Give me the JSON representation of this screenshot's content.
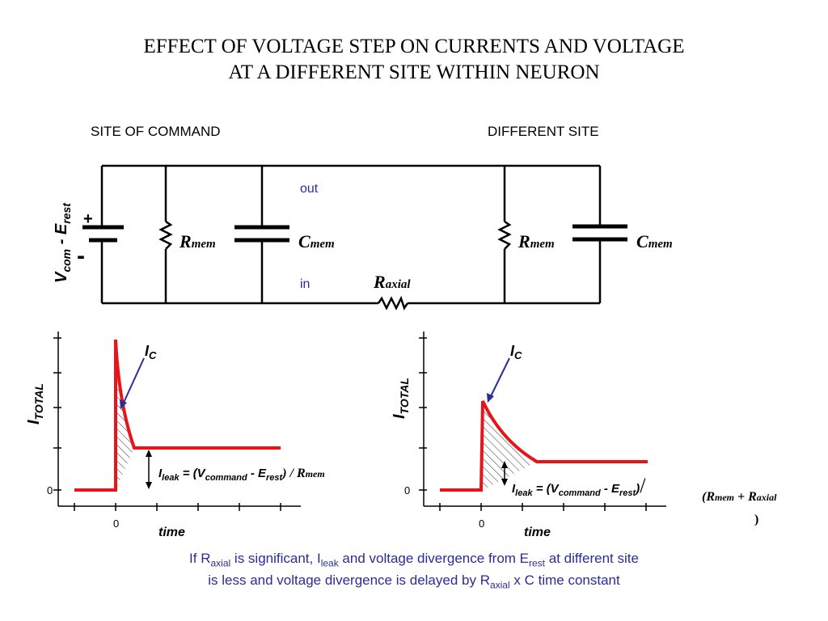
{
  "title": {
    "line1": "EFFECT OF VOLTAGE STEP ON CURRENTS AND VOLTAGE",
    "line2": "AT A DIFFERENT SITE WITHIN NEURON"
  },
  "circuit": {
    "site_command_label": "SITE OF COMMAND",
    "different_site_label": "DIFFERENT SITE",
    "out_label": "out",
    "in_label": "in",
    "battery_label": {
      "v": "V",
      "v_sub": "com",
      "dash": " - E",
      "e_sub": "rest"
    },
    "plus": "+",
    "minus": "-",
    "rmem_left": {
      "main": "R",
      "sub": "mem"
    },
    "cmem_left": {
      "main": "C",
      "sub": "mem"
    },
    "rmem_right": {
      "main": "R",
      "sub": "mem"
    },
    "cmem_right": {
      "main": "C",
      "sub": "mem"
    },
    "raxial": {
      "main": "R",
      "sub": "axial"
    }
  },
  "plots": {
    "left": {
      "ylabel_main": "I",
      "ylabel_sub": "TOTAL",
      "y_zero": "0",
      "x_zero": "0",
      "xlabel": "time",
      "ic_main": "I",
      "ic_sub": "C",
      "leak": {
        "i": "I",
        "i_sub": "leak",
        "eq": " = (V",
        "v_sub": "command",
        "minus": " - E",
        "e_sub": "rest",
        "close": ") / R",
        "r_sub": "mem"
      }
    },
    "right": {
      "ylabel_main": "I",
      "ylabel_sub": "TOTAL",
      "y_zero": "0",
      "x_zero": "0",
      "xlabel": "time",
      "ic_main": "I",
      "ic_sub": "C",
      "leak": {
        "i": "I",
        "i_sub": "leak",
        "eq": " = (V",
        "v_sub": "command",
        "minus": " - E",
        "e_sub": "rest",
        "close": ")",
        "slash": "/"
      },
      "denominator": {
        "open": "(R",
        "r_sub": "mem",
        "plus": " + R",
        "a_sub": "axial",
        "close": ")"
      }
    }
  },
  "caption": {
    "l1_a": "If R",
    "l1_sub1": "axial",
    "l1_b": " is significant, I",
    "l1_sub2": "leak",
    "l1_c": " and voltage divergence from E",
    "l1_sub3": "rest",
    "l1_d": " at different site",
    "l2_a": "is less and voltage divergence is delayed by R",
    "l2_sub": "axial",
    "l2_b": " x C  time constant"
  },
  "colors": {
    "trace": "#e8141b",
    "annotation": "#2b2b9a",
    "line": "#000000"
  }
}
